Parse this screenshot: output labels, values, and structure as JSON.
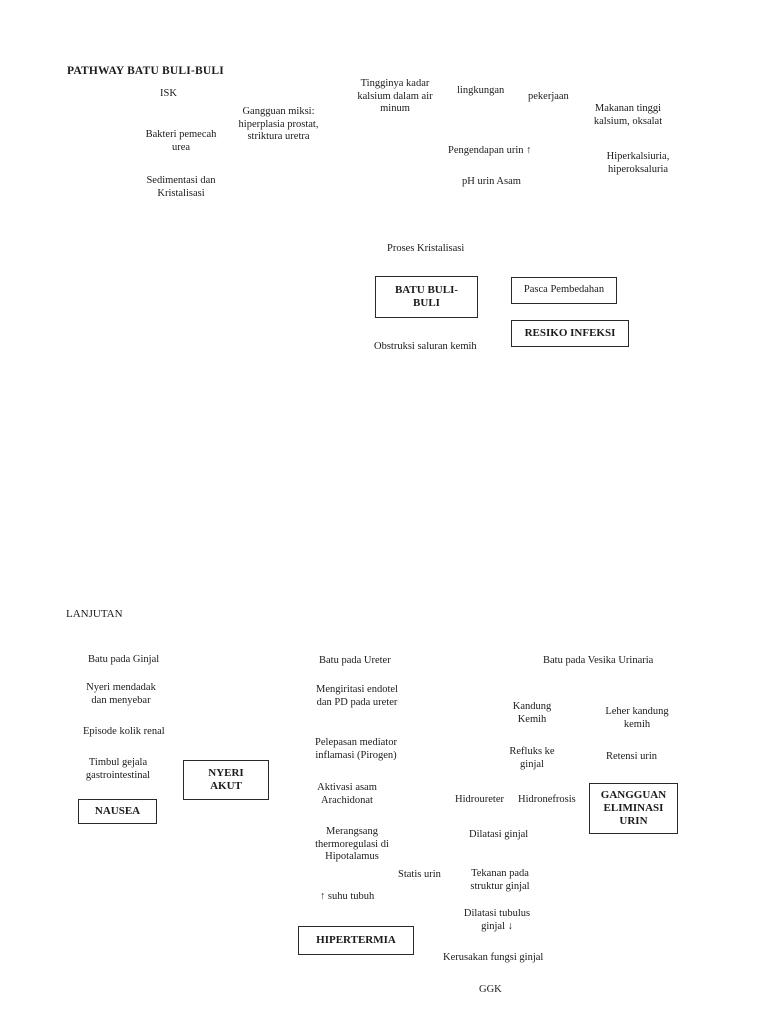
{
  "page": {
    "colors": {
      "page_bg": "#ffffff",
      "text": "#1b1b1b",
      "box_border": "#2a2a2a"
    },
    "top_section": {
      "title": "PATHWAY BATU BULI-BULI",
      "isk": "ISK",
      "tingginya_kadar": "Tingginya kadar\nkalsium dalam air\nminum",
      "lingkungan": "lingkungan",
      "pekerjaan": "pekerjaan",
      "makanan_tinggi": "Makanan tinggi\nkalsium, oksalat",
      "gangguan_miksi": "Gangguan miksi:\nhiperplasia prostat,\nstriktura uretra",
      "bakteri_pemecah": "Bakteri pemecah\nurea",
      "pengendapan_urin": "Pengendapan urin ↑",
      "hiperkalsiuria": "Hiperkalsiuria,\nhiperoksaluria",
      "sedimentasi": "Sedimentasi dan\nKristalisasi",
      "ph_urin_asam": "pH urin Asam",
      "proses_kristalisasi": "Proses Kristalisasi",
      "batu_buli_box": "BATU BULI-\nBULI",
      "pasca_pembedahan_box": "Pasca Pembedahan",
      "resiko_infeksi_box": "RESIKO INFEKSI",
      "obstruksi_saluran": "Obstruksi saluran kemih"
    },
    "bottom_section": {
      "title": "LANJUTAN",
      "batu_ginjal": "Batu pada Ginjal",
      "batu_ureter": "Batu pada Ureter",
      "batu_vesika": "Batu pada Vesika Urinaria",
      "nyeri_mendadak": "Nyeri mendadak\ndan menyebar",
      "mengiritasi": "Mengiritasi endotel\ndan PD pada ureter",
      "kandung_kemih": "Kandung\nKemih",
      "leher_kandung": "Leher kandung\nkemih",
      "episode_kolik": "Episode kolik renal",
      "pelepasan_mediator": "Pelepasan mediator\ninflamasi (Pirogen)",
      "refluks_ke_ginjal": "Refluks ke\nginjal",
      "retensi_urin": "Retensi urin",
      "timbul_gejala": "Timbul gejala\ngastrointestinal",
      "nyeri_akut_box": "NYERI\nAKUT",
      "aktivasi_asam": "Aktivasi asam\nArachidonat",
      "hidroureter": "Hidroureter",
      "hidronefrosis": "Hidronefrosis",
      "gangguan_eliminasi_box": "GANGGUAN\nELIMINASI\nURIN",
      "nausea_box": "NAUSEA",
      "merangsang": "Merangsang\nthermoregulasi di\nHipotalamus",
      "dilatasi_ginjal": "Dilatasi ginjal",
      "statis_urin": "Statis urin",
      "tekanan_pada": "Tekanan pada\nstruktur ginjal",
      "suhu_tubuh": "↑ suhu tubuh",
      "dilatasi_tubulus": "Dilatasi tubulus\nginjal ↓",
      "hipertermia_box": "HIPERTERMIA",
      "kerusakan_fungsi": "Kerusakan fungsi ginjal",
      "ggk": "GGK"
    }
  }
}
